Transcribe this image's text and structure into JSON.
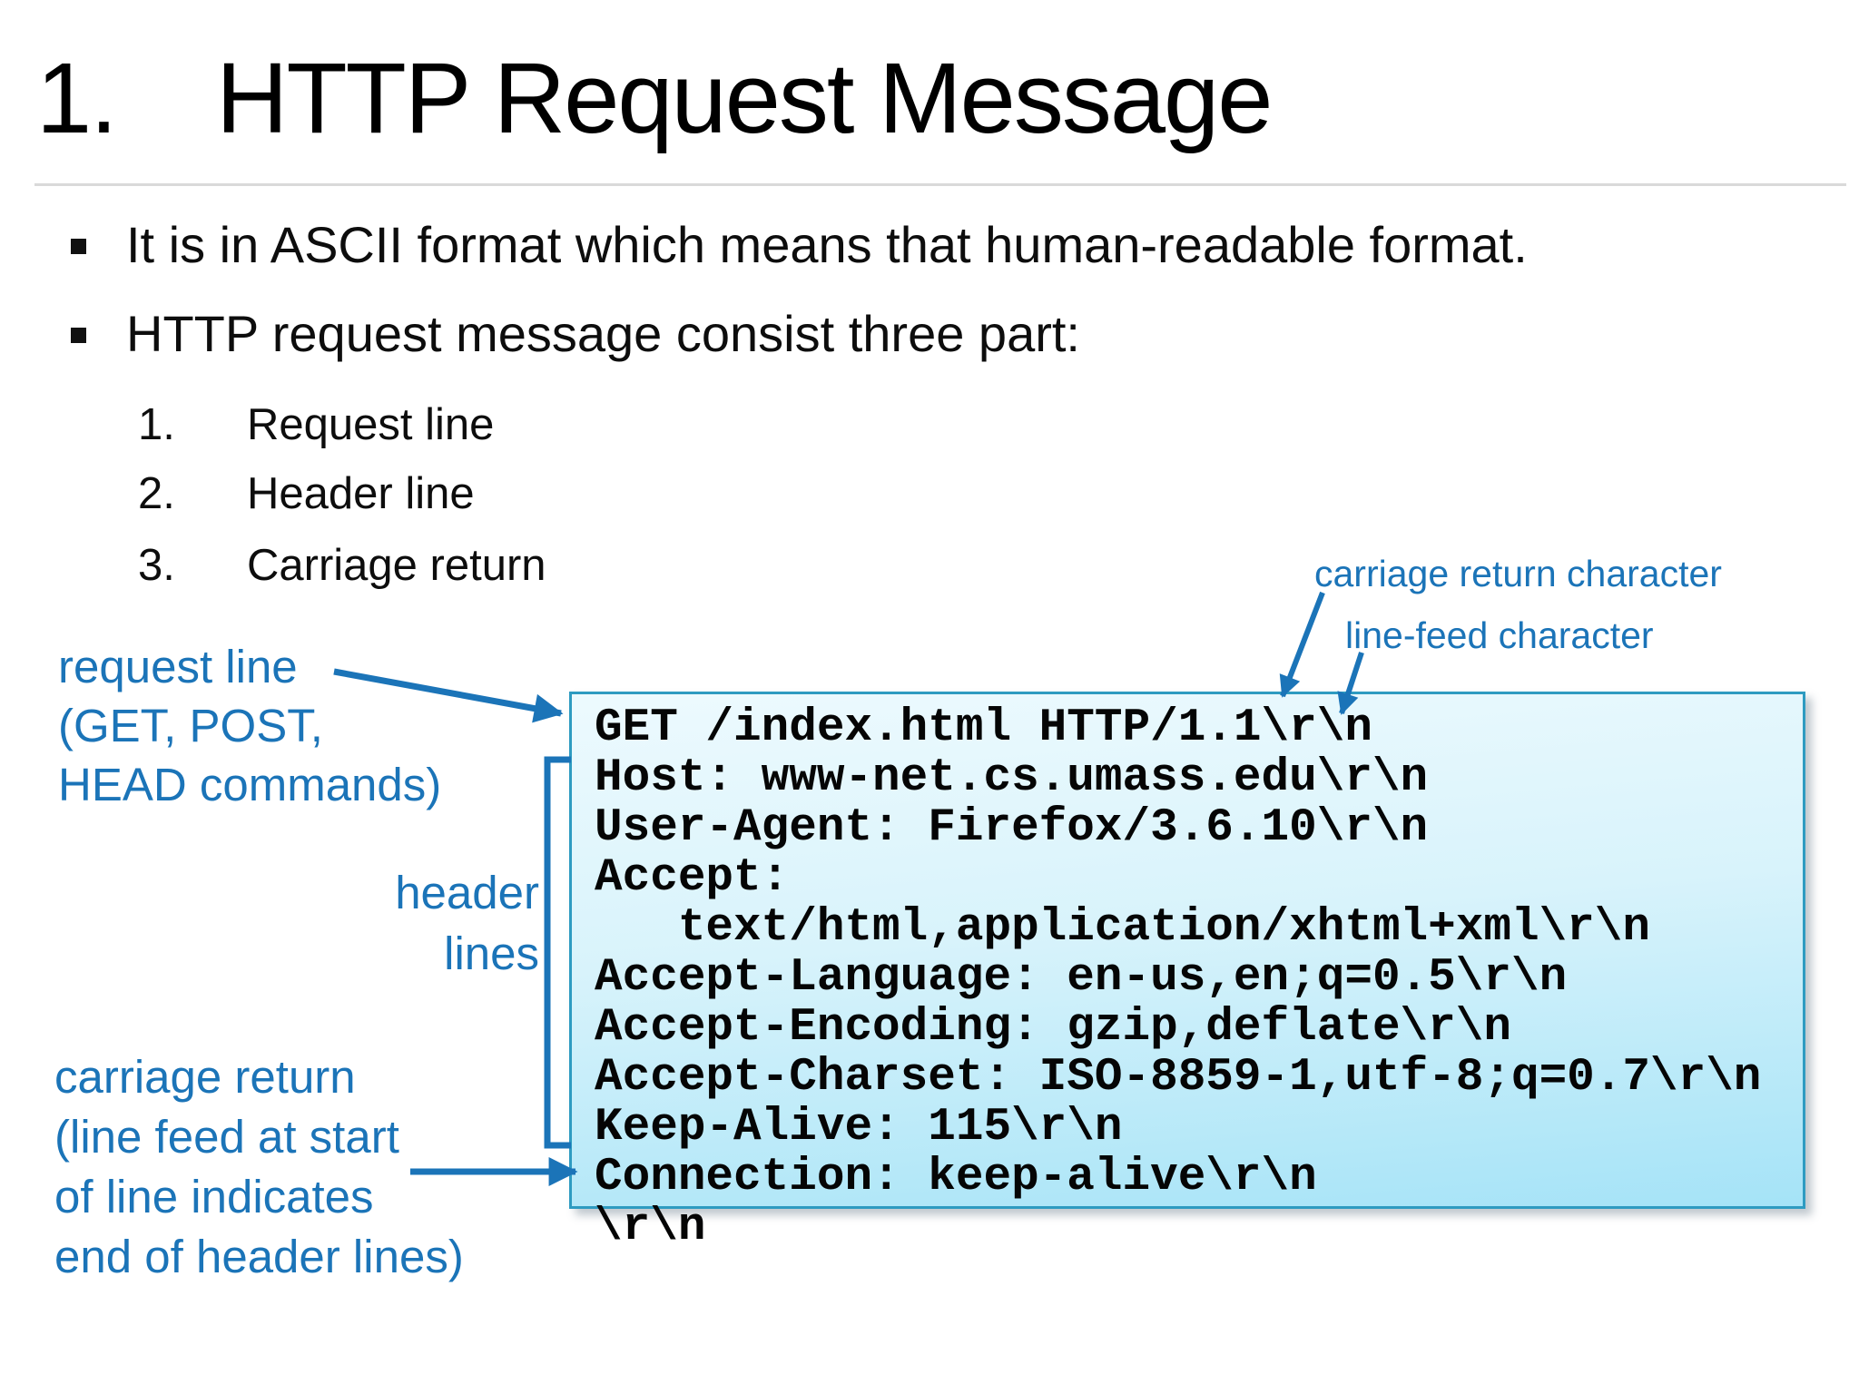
{
  "slide": {
    "title": {
      "number": "1.",
      "text": "HTTP Request Message"
    },
    "bullets": [
      "It is in ASCII format which means that human-readable format.",
      "HTTP request message consist three part:"
    ],
    "numbered_list": [
      {
        "number": "1.",
        "label": "Request line"
      },
      {
        "number": "2.",
        "label": "Header line"
      },
      {
        "number": "3.",
        "label": "Carriage return"
      }
    ]
  },
  "annotations": {
    "request_line": {
      "line1": "request line",
      "line2": "(GET, POST,",
      "line3": "HEAD commands)"
    },
    "header_lines": {
      "line1": "header",
      "line2": "lines"
    },
    "carriage_return": {
      "line1": "carriage return",
      "line2": "(line feed at start",
      "line3": "of line indicates",
      "line4": "end of header lines)"
    },
    "carriage_return_character": "carriage return character",
    "line_feed_character": "line-feed character"
  },
  "http_message": {
    "lines": [
      "GET /index.html HTTP/1.1\\r\\n",
      "Host: www-net.cs.umass.edu\\r\\n",
      "User-Agent: Firefox/3.6.10\\r\\n",
      "Accept:",
      "   text/html,application/xhtml+xml\\r\\n",
      "Accept-Language: en-us,en;q=0.5\\r\\n",
      "Accept-Encoding: gzip,deflate\\r\\n",
      "Accept-Charset: ISO-8859-1,utf-8;q=0.7\\r\\n",
      "Keep-Alive: 115\\r\\n",
      "Connection: keep-alive\\r\\n",
      "\\r\\n"
    ]
  },
  "colors": {
    "annotation_blue": "#1B74B8",
    "box_border": "#2E9BC1",
    "box_fill_top": "#EDFAFE",
    "box_fill_bottom": "#A5E3F7",
    "text_black": "#000000",
    "rule_gray": "#D9D9D9"
  }
}
